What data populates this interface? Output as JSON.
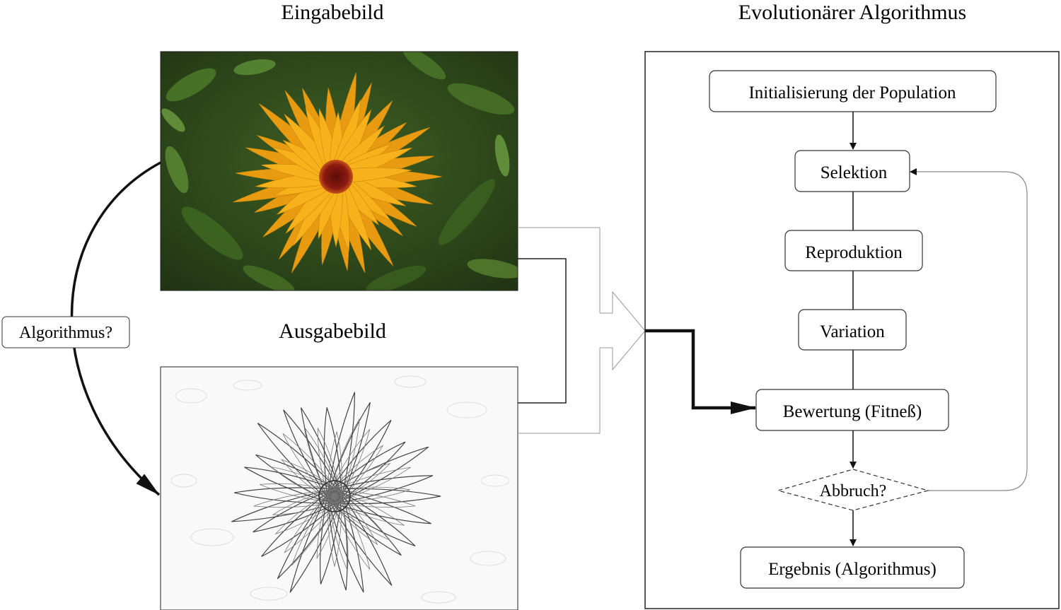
{
  "left": {
    "input_title": "Eingabebild",
    "output_title": "Ausgabebild",
    "question_label": "Algorithmus?"
  },
  "right": {
    "title": "Evolutionärer Algorithmus",
    "steps": {
      "init": "Initialisierung der Population",
      "selection": "Selektion",
      "reproduction": "Reproduktion",
      "variation": "Variation",
      "evaluation": "Bewertung (Fitneß)",
      "termination": "Abbruch?",
      "result": "Ergebnis (Algorithmus)"
    }
  },
  "images": {
    "input_photo": "yellow-flower-photo",
    "output_photo": "flower-edge-sketch"
  },
  "colors": {
    "petal": "#f7b21b",
    "petal_dark": "#e89a10",
    "flower_center": "#8b1a10",
    "foliage": "#2f4a1c"
  }
}
